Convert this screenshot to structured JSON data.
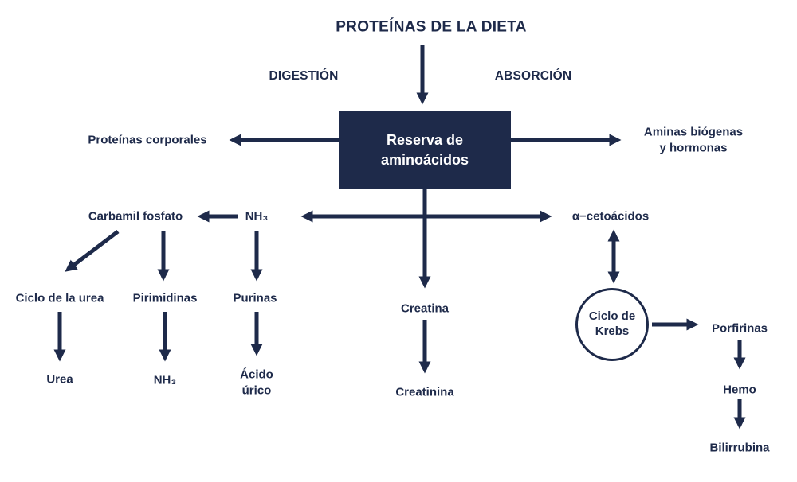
{
  "colors": {
    "ink": "#1e2a4a",
    "bg": "#ffffff",
    "box_text": "#ffffff"
  },
  "nodes": {
    "title": "PROTEÍNAS DE LA DIETA",
    "digestion": "DIGESTIÓN",
    "absorcion": "ABSORCIÓN",
    "reserva": {
      "line1": "Reserva de",
      "line2": "aminoácidos"
    },
    "proteinas_corporales": "Proteínas corporales",
    "aminas": {
      "line1": "Aminas biógenas",
      "line2": "y hormonas"
    },
    "carbamil_fosfato": "Carbamil fosfato",
    "nh3_superior": "NH₃",
    "alfa_cetoacidos": "α−cetoácidos",
    "ciclo_urea": "Ciclo de la urea",
    "pirimidinas": "Pirimidinas",
    "purinas": "Purinas",
    "creatina": "Creatina",
    "urea": "Urea",
    "nh3_inferior": "NH₃",
    "acido_urico": {
      "line1": "Ácido",
      "line2": "úrico"
    },
    "creatinina": "Creatinina",
    "ciclo_krebs": {
      "line1": "Ciclo de",
      "line2": "Krebs"
    },
    "porfirinas": "Porfirinas",
    "hemo": "Hemo",
    "bilirrubina": "Bilirrubina"
  }
}
